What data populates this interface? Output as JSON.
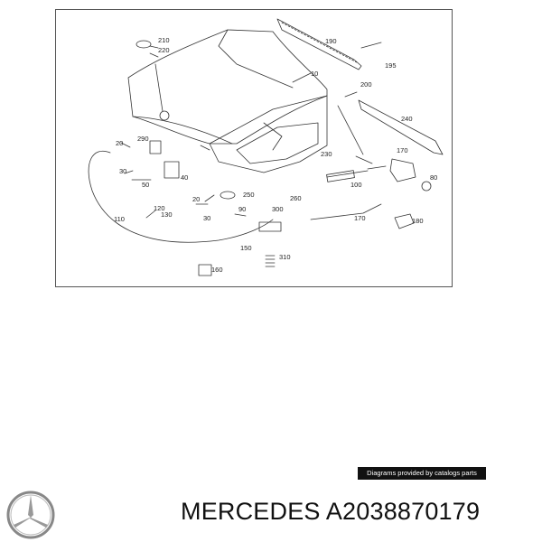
{
  "diagram": {
    "callouts": [
      "210",
      "220",
      "190",
      "195",
      "10",
      "200",
      "240",
      "290",
      "20",
      "170",
      "40",
      "230",
      "80",
      "50",
      "100",
      "30",
      "250",
      "90",
      "260",
      "120",
      "130",
      "300",
      "110",
      "170",
      "180",
      "20",
      "30",
      "150",
      "310",
      "160"
    ]
  },
  "credit": "Diagrams provided by catalogs parts",
  "brand": {
    "logo_icon": "mercedes-star-icon"
  },
  "title": "MERCEDES A2038870179"
}
